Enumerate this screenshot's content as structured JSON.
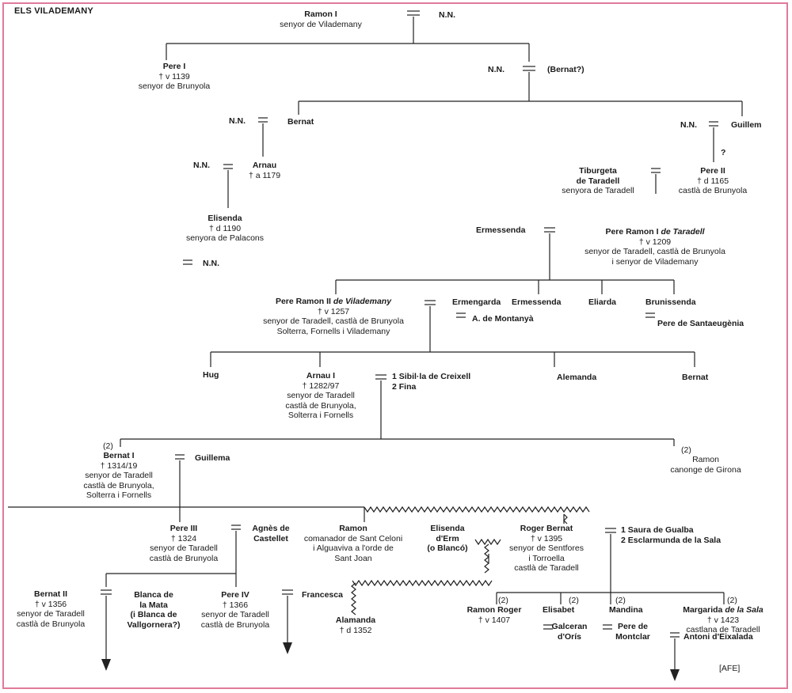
{
  "title": "ELS VILADEMANY",
  "credit": "[AFE]",
  "persons": {
    "ramon1": {
      "name": "Ramon I",
      "lines": [
        "senyor de Vilademany"
      ]
    },
    "nn1": {
      "name": "N.N.",
      "lines": []
    },
    "pere1": {
      "name": "Pere I",
      "lines": [
        "† v 1139",
        "senyor de Brunyola"
      ]
    },
    "nn2": {
      "name": "N.N.",
      "lines": []
    },
    "bernat_q": {
      "name": "(Bernat?)",
      "lines": []
    },
    "nn3": {
      "name": "N.N.",
      "lines": []
    },
    "bernat": {
      "name": "Bernat",
      "lines": []
    },
    "nn4": {
      "name": "N.N.",
      "lines": []
    },
    "guillem": {
      "name": "Guillem",
      "lines": []
    },
    "qmark": {
      "name": "?",
      "lines": []
    },
    "nn5": {
      "name": "N.N.",
      "lines": []
    },
    "arnau": {
      "name": "Arnau",
      "lines": [
        "† a 1179"
      ]
    },
    "tiburgeta": {
      "name": "Tiburgeta",
      "name2": "de Taradell",
      "lines": [
        "senyora de Taradell"
      ]
    },
    "pere2": {
      "name": "Pere II",
      "lines": [
        "† d 1165",
        "castlà de Brunyola"
      ]
    },
    "elisenda": {
      "name": "Elisenda",
      "lines": [
        "† d 1190",
        "senyora de Palacons"
      ]
    },
    "nn6": {
      "name": "N.N.",
      "lines": []
    },
    "ermessenda": {
      "name": "Ermessenda",
      "lines": []
    },
    "pereramon1": {
      "name": "Pere Ramon I",
      "name_italic": "de Taradell",
      "lines": [
        "† v 1209",
        "senyor de Taradell, castlà de Brunyola",
        "i senyor de Vilademany"
      ]
    },
    "pereramon2": {
      "name": "Pere Ramon II",
      "name_italic": "de Vilademany",
      "lines": [
        "† v 1257",
        "senyor de Taradell, castlà de Brunyola",
        "Solterra, Fornells i Vilademany"
      ]
    },
    "ermengarda": {
      "name": "Ermengarda",
      "lines": []
    },
    "ermessenda2": {
      "name": "Ermessenda",
      "lines": []
    },
    "montanya": {
      "name": "A. de Montanyà",
      "lines": []
    },
    "eliarda": {
      "name": "Eliarda",
      "lines": []
    },
    "brunissenda": {
      "name": "Brunissenda",
      "lines": []
    },
    "santaeugenia": {
      "name": "Pere de Santaeugènia",
      "lines": []
    },
    "hug": {
      "name": "Hug",
      "lines": []
    },
    "arnau1": {
      "name": "Arnau I",
      "lines": [
        "† 1282/97",
        "senyor de Taradell",
        "castlà de Brunyola,",
        "Solterra i Fornells"
      ]
    },
    "sibilla": {
      "name": "1 Sibil·la de Creixell",
      "name2": "2 Fina",
      "lines": []
    },
    "alemanda": {
      "name": "Alemanda",
      "lines": []
    },
    "bernat2": {
      "name": "Bernat",
      "lines": []
    },
    "bernat1": {
      "pre": "(2)",
      "name": "Bernat I",
      "lines": [
        "† 1314/19",
        "senyor de Taradell",
        "castlà de Brunyola,",
        "Solterra i Fornells"
      ]
    },
    "guillema": {
      "name": "Guillema",
      "lines": []
    },
    "ramon_canonge": {
      "pre": "(2)",
      "name": "Ramon",
      "lines": [
        "canonge de Girona"
      ],
      "plain": true
    },
    "pere3": {
      "name": "Pere III",
      "lines": [
        "† 1324",
        "senyor de Taradell",
        "castlà de Brunyola"
      ]
    },
    "agnes": {
      "name": "Agnès de",
      "name2": "Castellet",
      "lines": []
    },
    "ramon_comanador": {
      "name": "Ramon",
      "lines": [
        "comanador de Sant Celoni",
        "i Alguaviva a l'orde de",
        "Sant Joan"
      ]
    },
    "elisenda_erm": {
      "name": "Elisenda",
      "name2": "d'Erm",
      "name3": "(o Blancó)",
      "lines": []
    },
    "roger_bernat": {
      "name": "Roger Bernat",
      "lines": [
        "† v 1395",
        "senyor de Sentfores",
        "i Torroella",
        "castlà de Taradell"
      ]
    },
    "saura": {
      "name": "1 Saura de Gualba",
      "name2": "2 Esclarmunda de la Sala",
      "lines": []
    },
    "bernat_ii": {
      "name": "Bernat II",
      "lines": [
        "† v 1356",
        "senyor de Taradell",
        "castlà de Brunyola"
      ]
    },
    "blanca": {
      "name": "Blanca de",
      "name2": "la Mata",
      "name3": "(i Blanca de",
      "name4": "Vallgornera?)",
      "lines": []
    },
    "pere4": {
      "name": "Pere IV",
      "lines": [
        "† 1366",
        "senyor de Taradell",
        "castlà de Brunyola"
      ]
    },
    "francesca": {
      "name": "Francesca",
      "lines": []
    },
    "alamanda": {
      "name": "Alamanda",
      "lines": [
        "† d 1352"
      ]
    },
    "ramon_roger": {
      "pre": "(2)",
      "name": "Ramon Roger",
      "lines": [
        "† v 1407"
      ]
    },
    "elisabet": {
      "pre": "(2)",
      "name": "Elisabet",
      "lines": []
    },
    "galceran": {
      "name": "Galceran",
      "name2": "d'Orís",
      "lines": []
    },
    "mandina": {
      "pre": "(2)",
      "name": "Mandina",
      "lines": []
    },
    "montclar": {
      "name": "Pere de",
      "name2": "Montclar",
      "lines": [],
      "plain": true
    },
    "margarida": {
      "pre": "(2)",
      "name": "Margarida",
      "name_italic": "de la Sala",
      "lines": [
        "† v 1423",
        "castlana de Taradell"
      ]
    },
    "eixalada": {
      "name": "Antoni d'Eixalada",
      "lines": []
    }
  }
}
